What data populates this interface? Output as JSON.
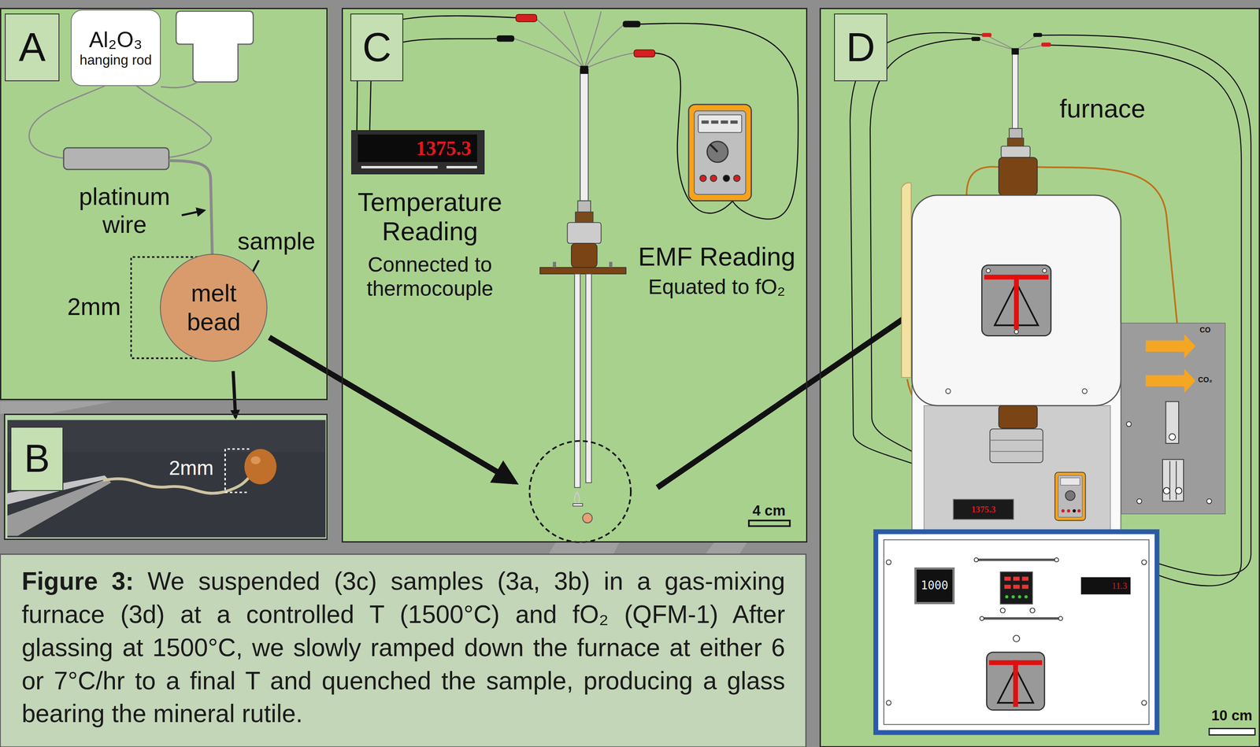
{
  "diagram": {
    "caption": "Figure 3: We suspended (3c) samples (3a, 3b) in a gas-mixing furnace (3d) at a controlled T (1500°C) and fO₂ (QFM-1) After glassing at 1500°C, we slowly ramped down the furnace at either 6 or 7°C/hr to a final T and quenched the sample, producing a glass bearing the mineral rutile.",
    "nodes": [
      {
        "text": [
          "A"
        ]
      },
      {
        "text": [
          "Al₂O₃",
          "hanging rod"
        ],
        "in": 0
      },
      {
        "text": [
          "melt bead"
        ],
        "in": 0
      },
      {
        "text": [
          "B"
        ]
      },
      {
        "text": [
          "C"
        ]
      },
      {
        "text": [
          "1375.3"
        ],
        "in": 4
      },
      {
        "text": [
          "D"
        ]
      },
      {
        "text": [
          "CO",
          "CO₂"
        ],
        "in": 6
      },
      {
        "text": [
          "1375.3"
        ],
        "in": 6
      },
      {
        "text": [
          "1000"
        ],
        "in": 6
      },
      {
        "text": [
          "11.3"
        ],
        "in": 6
      }
    ],
    "labels": [
      "platinum wire",
      "sample",
      "2mm",
      "2mm",
      "Temperature Reading",
      "Connected to thermocouple",
      "EMF Reading",
      "Equated to fO₂",
      "4 cm",
      "furnace",
      "10 cm"
    ]
  }
}
